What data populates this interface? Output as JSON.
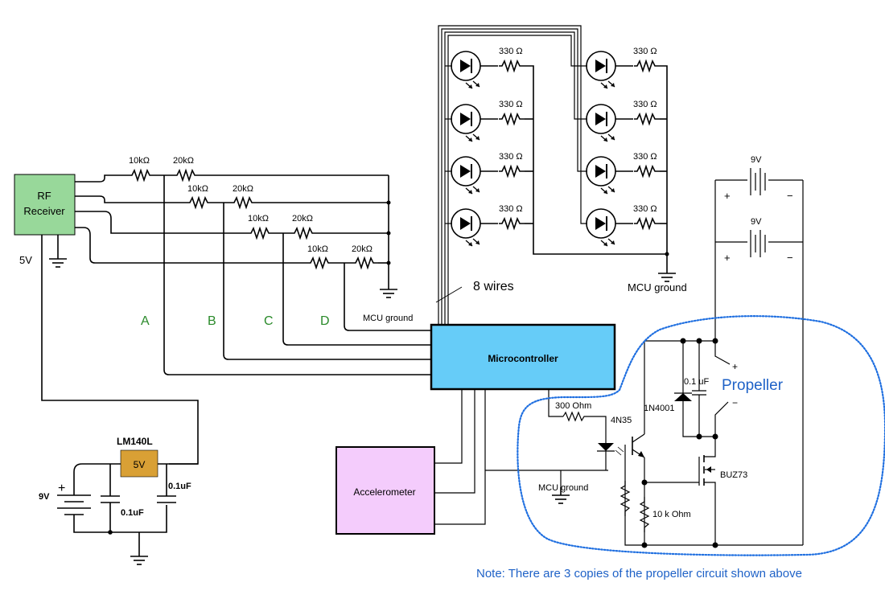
{
  "title": "Propeller display circuit schematic",
  "colors": {
    "rf_receiver_fill": "#98d89a",
    "microcontroller_fill": "#66ccf8",
    "accelerometer_fill": "#f4ccfc",
    "regulator_fill": "#d9a035",
    "signal_label": "#2a8a2a",
    "annotation_blue": "#1f62c7"
  },
  "rf_receiver": {
    "line1": "RF",
    "line2": "Receiver",
    "supply_label": "5V"
  },
  "divider": {
    "resistors": [
      {
        "r1": "10kΩ",
        "r2": "20kΩ"
      },
      {
        "r1": "10kΩ",
        "r2": "20kΩ"
      },
      {
        "r1": "10kΩ",
        "r2": "20kΩ"
      },
      {
        "r1": "10kΩ",
        "r2": "20kΩ"
      }
    ],
    "ground_label": "MCU ground"
  },
  "signals": [
    "A",
    "B",
    "C",
    "D"
  ],
  "led_array": {
    "resistor_label": "330 Ω",
    "count_left": 4,
    "count_right": 4,
    "wires_label": "8 wires",
    "ground_label": "MCU ground"
  },
  "microcontroller": {
    "label": "Microcontroller"
  },
  "accelerometer": {
    "label": "Accelerometer"
  },
  "regulator": {
    "part": "LM140L",
    "output": "5V",
    "battery": "9V",
    "cap_in": "0.1uF",
    "cap_out": "0.1uF"
  },
  "motor_battery": {
    "cells": [
      {
        "voltage": "9V",
        "plus": "+",
        "minus": "−"
      },
      {
        "voltage": "9V",
        "plus": "+",
        "minus": "−"
      }
    ]
  },
  "propeller_circuit": {
    "resistor_in": "300  Ohm",
    "optocoupler": "4N35",
    "diode": "1N4001",
    "capacitor": "0.1 uF",
    "mosfet": "BUZ73",
    "pulldown": "10 k Ohm",
    "ground_label": "MCU ground",
    "motor_label": "Propeller",
    "motor_plus": "+",
    "motor_minus": "−"
  },
  "note": "Note: There are 3 copies of the propeller circuit shown above"
}
